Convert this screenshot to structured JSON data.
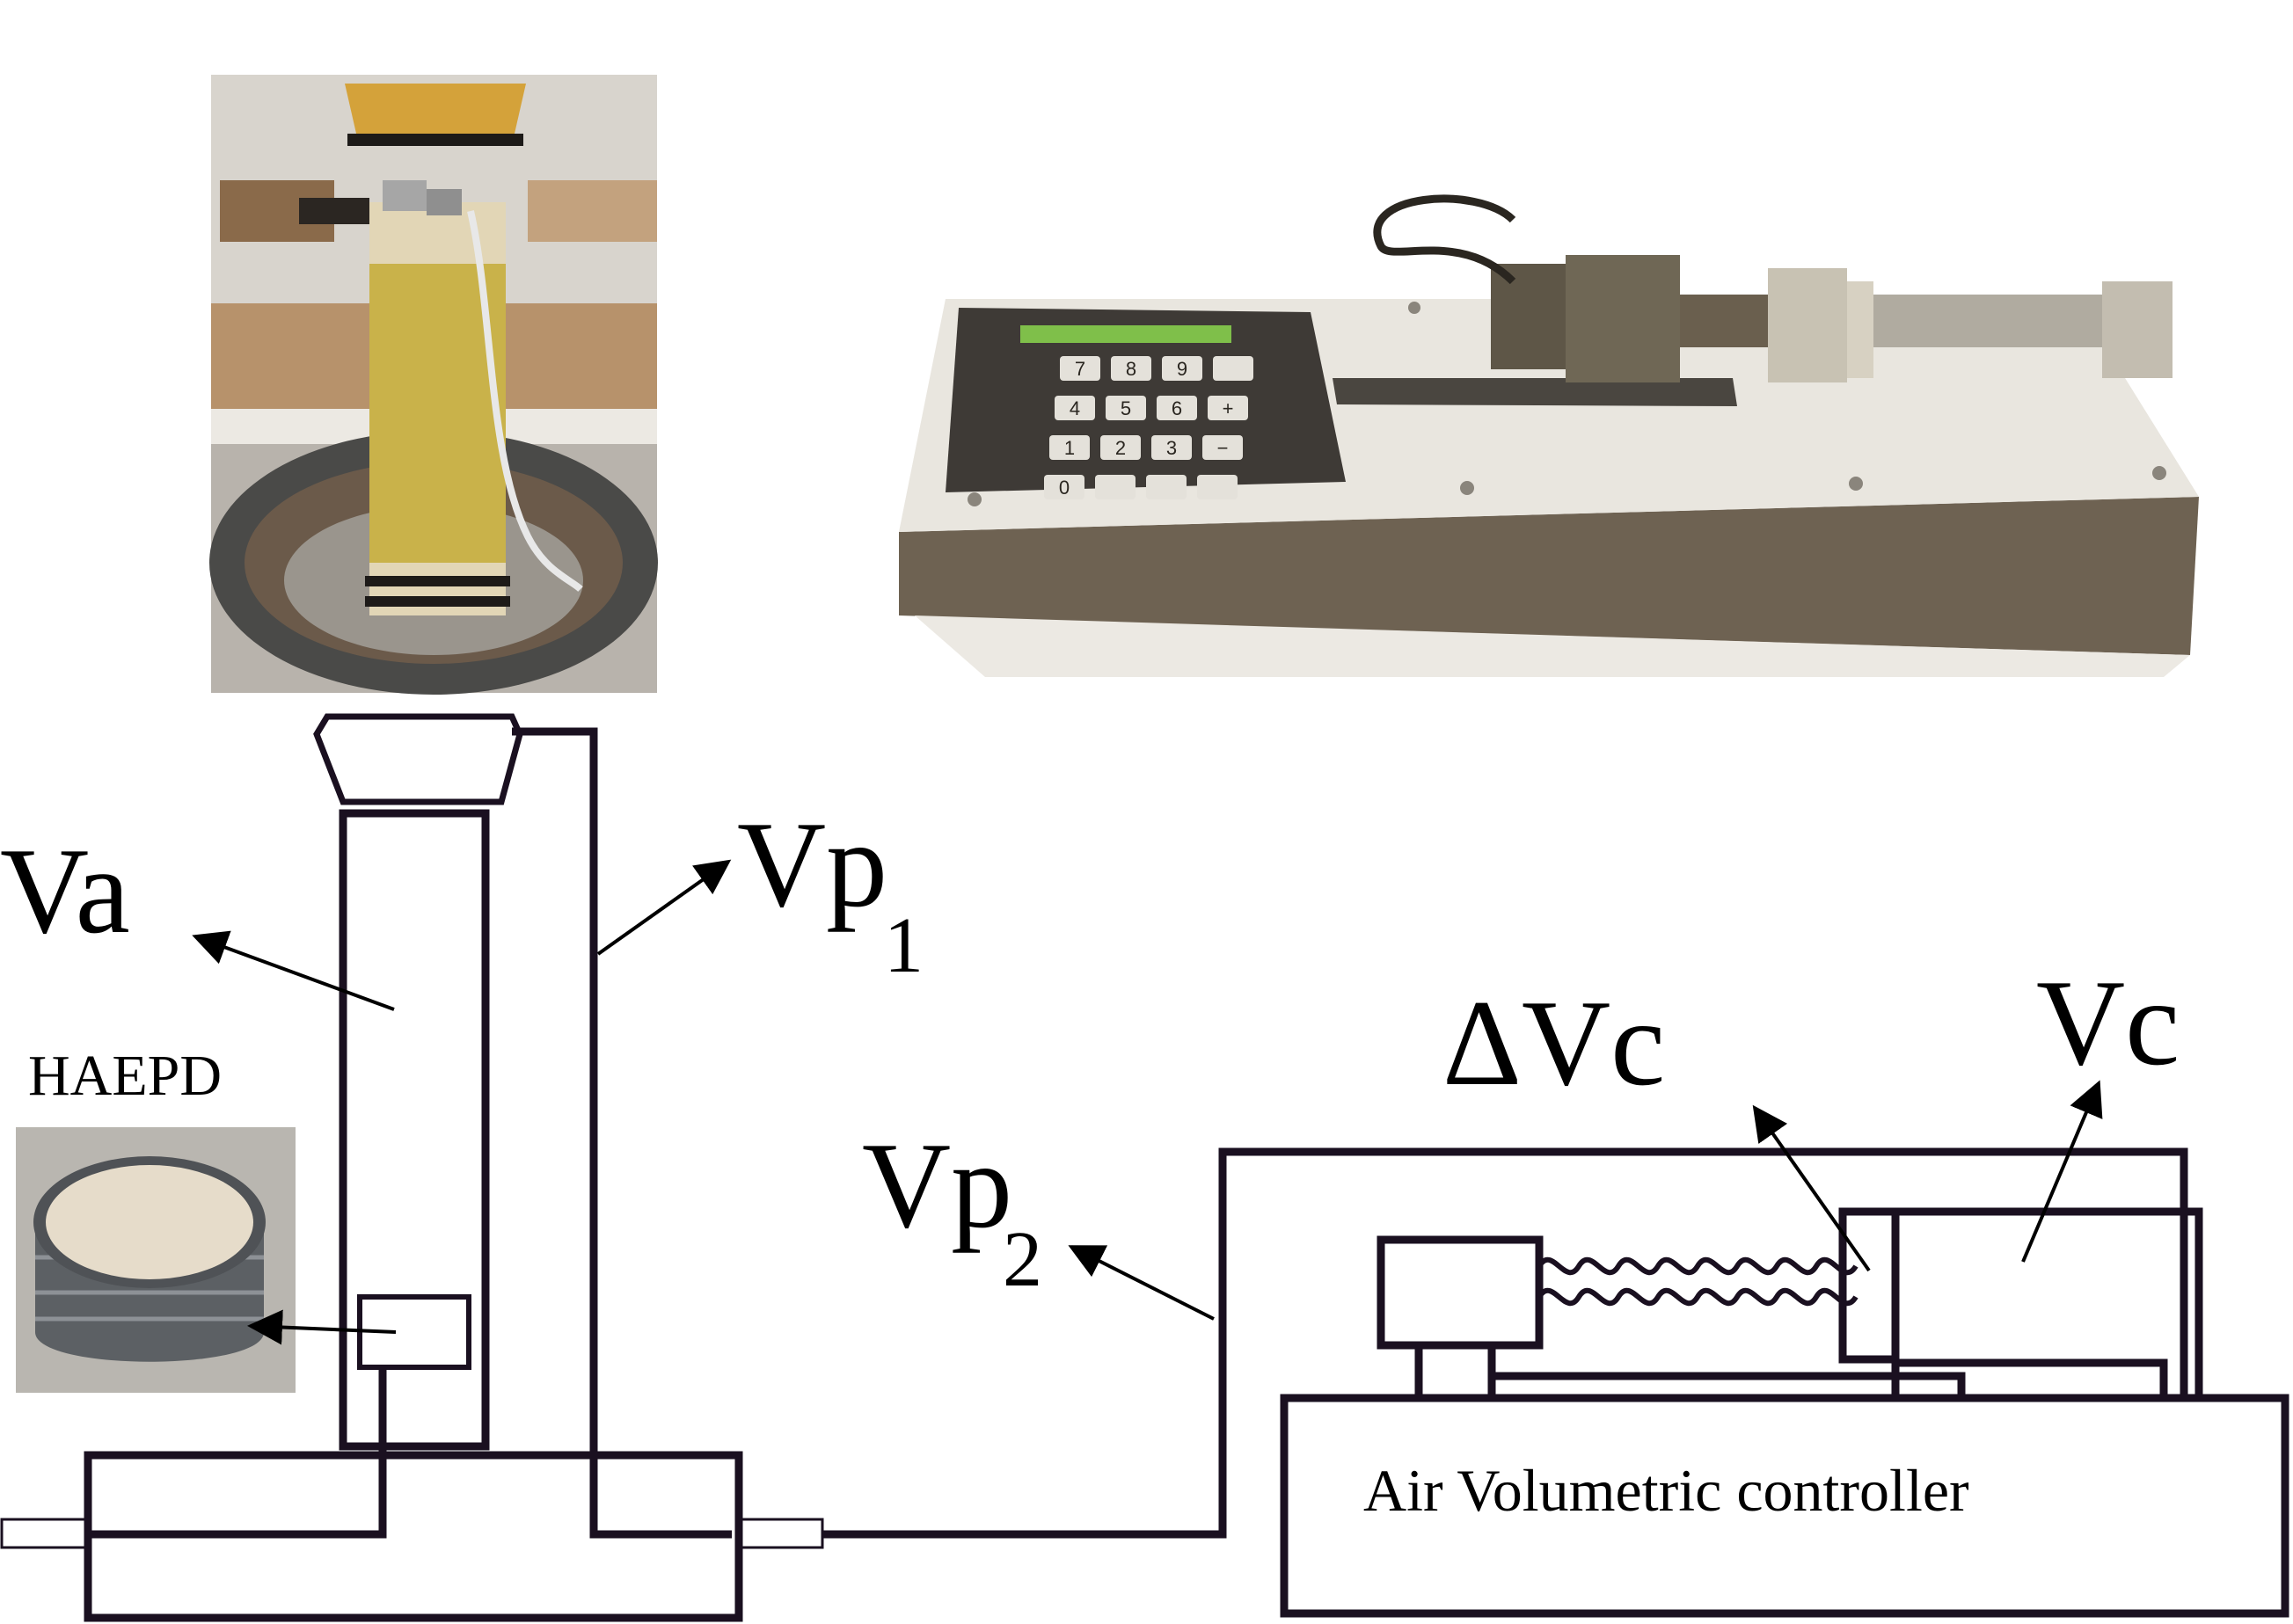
{
  "labels": {
    "va": "Va",
    "vp1_main": "Vp",
    "vp1_sub": "1",
    "vp2_main": "Vp",
    "vp2_sub": "2",
    "delta_vc": "ΔVc",
    "vc": "Vc",
    "haepd": "HAEPD",
    "controller_box": "Air Volumetric controller"
  },
  "keypad": {
    "keys": [
      "7",
      "8",
      "9",
      "",
      "4",
      "5",
      "6",
      "+",
      "1",
      "2",
      "3",
      "−",
      "0",
      "",
      "",
      ""
    ]
  },
  "colors": {
    "line": "#1a1020",
    "sample": "#c9b24a",
    "cap": "#d4a23a",
    "device_base": "#6e6252",
    "device_top": "#e9e6df",
    "keypad_panel": "#3e3a36",
    "display": "#7fbf4a"
  }
}
